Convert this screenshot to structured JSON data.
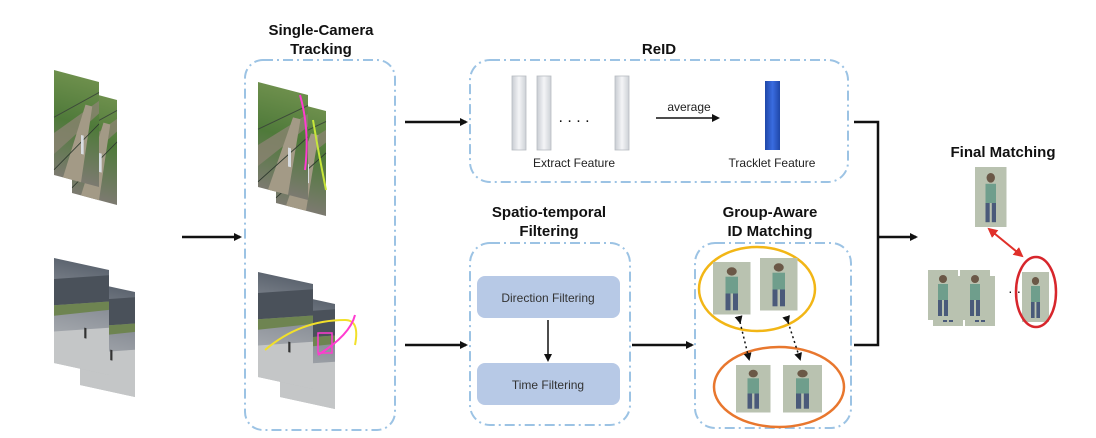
{
  "titles": {
    "single_camera_tracking": [
      "Single-Camera",
      "Tracking"
    ],
    "reid": "ReID",
    "spatio_temporal": [
      "Spatio-temporal",
      "Filtering"
    ],
    "group_aware": [
      "Group-Aware",
      "ID Matching"
    ],
    "final_matching": "Final Matching"
  },
  "reid": {
    "extract_feature_label": "Extract Feature",
    "average_label": "average",
    "tracklet_feature_label": "Tracklet Feature",
    "ellipsis": ". . . ."
  },
  "filters": {
    "direction": "Direction Filtering",
    "time": "Time Filtering"
  },
  "colors": {
    "dashed_border": "#9cc3e4",
    "filter_box": "#b7c9e6",
    "tracklet_feature": "#2e5fc9",
    "group_ellipse_top": "#f2b616",
    "group_ellipse_bottom": "#e8772e",
    "final_ellipse": "#d7262c",
    "final_arrow": "#e0302a"
  },
  "icons": {
    "scene_top": "bridge-walkway-image",
    "scene_bottom": "plaza-overhead-image",
    "person": "pedestrian-crop-image"
  }
}
